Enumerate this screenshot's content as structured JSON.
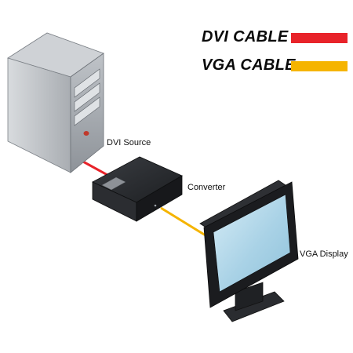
{
  "legend": {
    "dvi": {
      "label": "DVI CABLE",
      "color": "#e8232a"
    },
    "vga": {
      "label": "VGA CABLE",
      "color": "#f5b400"
    }
  },
  "devices": {
    "source": {
      "label": "DVI Source"
    },
    "converter": {
      "label": "Converter"
    },
    "display": {
      "label": "VGA Display"
    }
  }
}
